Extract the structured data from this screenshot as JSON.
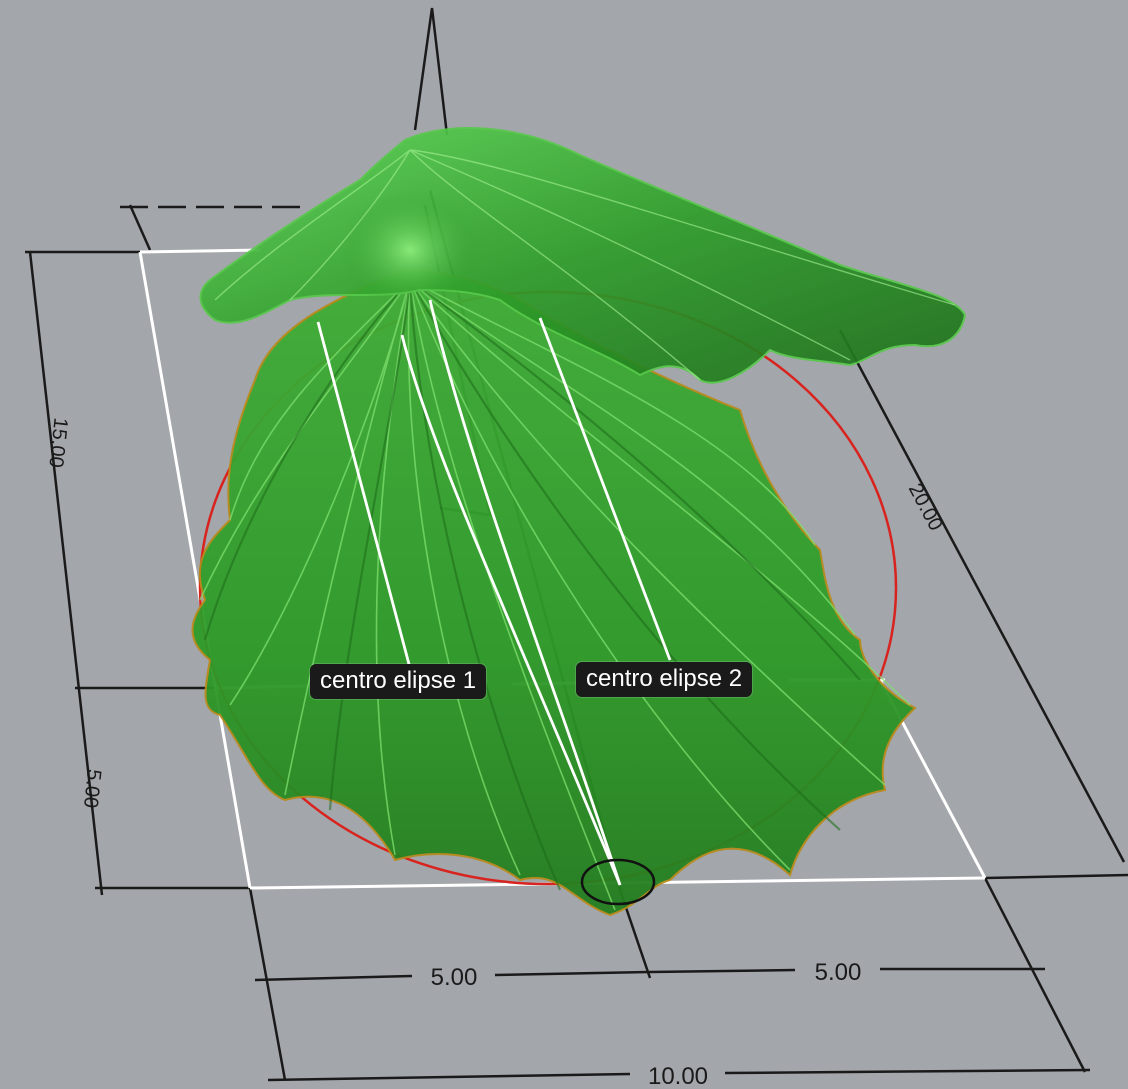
{
  "viewport": {
    "background_color": "#a3a6aa",
    "surface_color": "#2f9e2a",
    "curve_color": "#d8231e",
    "guide_color": "#ffffff",
    "dimension_color": "#1a1a1a"
  },
  "labels": {
    "center_ellipse_1": "centro elipse 1",
    "center_ellipse_2": "centro elipse 2"
  },
  "dimensions": {
    "bottom_left": "5.00",
    "bottom_right": "5.00",
    "bottom_total": "10.00",
    "left_upper": "15.00",
    "left_lower": "5.00",
    "right_diagonal": "20.00"
  }
}
